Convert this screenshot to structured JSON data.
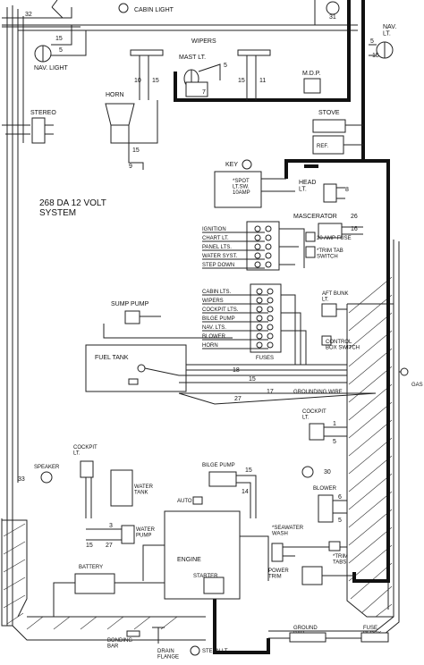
{
  "labels": {
    "cabin_light": "CABIN LIGHT",
    "wipers": "WIPERS",
    "mast_lt": "MAST LT.",
    "nav_light_left": "NAV. LIGHT",
    "nav_lt_right": "NAV.\nLT.",
    "horn": "HORN",
    "stereo": "STEREO",
    "mdp": "M.D.P.",
    "stove": "STOVE",
    "ref": "REF.",
    "key": "KEY",
    "spot_lt_sw": "*SPOT\nLT.SW.\n10AMP",
    "head_lt": "HEAD\nLT.",
    "macerator": "MASCERATOR",
    "system_title": "268 DA 12 VOLT\nSYSTEM",
    "fuse_20amp": "20 AMP FUSE",
    "trim_tab_switch": "*TRIM TAB\nSWITCH",
    "sump_pump": "SUMP PUMP",
    "aft_bunk_lt": "AFT BUNK\nLT.",
    "control_box_switch": "CONTROL\nBOX SWITCH",
    "fuses": "FUSES",
    "fuel_tank": "FUEL TANK",
    "grounding_wire": "GROUNDING WIRE",
    "gas": "GAS",
    "cockpit_lt_right": "COCKPIT\nLT.",
    "speaker": "SPEAKER",
    "cockpit_lt_left": "COCKPIT\nLT.",
    "water_tank": "WATER\nTANK",
    "bilge_pump": "BILGE PUMP",
    "auto": "AUTO",
    "blower": "BLOWER",
    "water_pump": "WATER\nPUMP",
    "engine": "ENGINE",
    "seawater_wash": "*SEAWATER\nWASH",
    "trim_tabs": "*TRIM\nTABS",
    "battery": "BATTERY",
    "starter": "STARTER",
    "power_trim": "POWER\nTRIM",
    "bonding_bar": "BONDING\nBAR",
    "drain_flange": "DRAIN\nFLANGE",
    "stern_lt": "STERN LT.",
    "ground_bar": "GROUND\nBAR",
    "fuse_block": "FUSE\nBLOCK"
  },
  "switch_panel_top": [
    "IGNITION",
    "CHART LT.",
    "PANEL LTS.",
    "WATER SYST.",
    "STEP DOWN"
  ],
  "switch_panel_bottom": [
    "CABIN LTS.",
    "WIPERS",
    "COCKPIT LTS.",
    "BILGE PUMP",
    "NAV. LTS.",
    "BLOWER",
    "HORN"
  ],
  "wire_numbers": {
    "n32": "32",
    "n31": "31",
    "n15_navl": "15",
    "n5_navl": "5",
    "n5_navr": "5",
    "n15_navr": "15",
    "n10": "10",
    "n15_w1": "15",
    "n7": "7",
    "n5_mast": "5",
    "n15_w2": "15",
    "n11": "11",
    "n15_horn": "15",
    "n9": "9",
    "n8": "8",
    "n26": "26",
    "n16": "16",
    "n18": "18",
    "n15_fuel": "15",
    "n17": "17",
    "n27_fuel": "27",
    "n33": "33",
    "n1": "1",
    "n5_ck": "5",
    "n15_bp": "15",
    "n14": "14",
    "n6": "6",
    "n5_bl": "5",
    "n30": "30",
    "n3": "3",
    "n15_wp": "15",
    "n27_wp": "27"
  },
  "colors": {
    "wire": "#222222",
    "thick_wire": "#111111",
    "paper": "#ffffff"
  }
}
